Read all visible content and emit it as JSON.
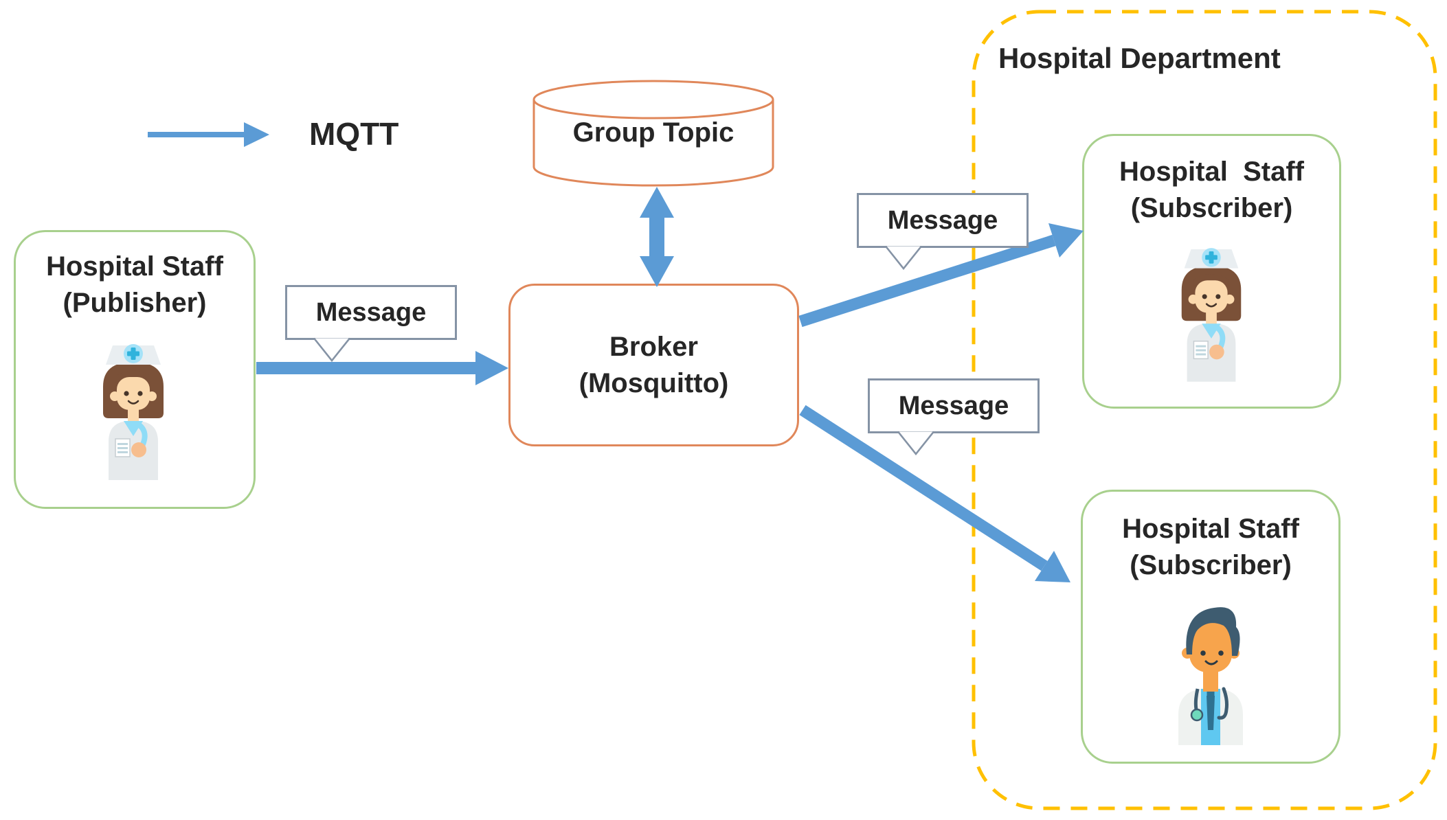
{
  "legend": {
    "label": "MQTT"
  },
  "nodes": {
    "publisher": {
      "line1": "Hospital Staff",
      "line2": "(Publisher)",
      "icon": "nurse"
    },
    "group_topic": {
      "label": "Group Topic"
    },
    "broker": {
      "line1": "Broker",
      "line2": "(Mosquitto)"
    },
    "department": {
      "title": "Hospital Department"
    },
    "subscriber1": {
      "line1": "Hospital  Staff",
      "line2": "(Subscriber)",
      "icon": "nurse"
    },
    "subscriber2": {
      "line1": "Hospital Staff",
      "line2": "(Subscriber)",
      "icon": "doctor"
    }
  },
  "callouts": {
    "publisher_to_broker": "Message",
    "broker_to_subscriber1": "Message",
    "broker_to_subscriber2": "Message"
  },
  "colors": {
    "arrow_blue": "#5B9BD5",
    "box_green": "#A8D08D",
    "box_orange": "#E0875A",
    "department_dash_yellow": "#FFC000",
    "callout_border": "#8593A5",
    "text": "#262626"
  }
}
